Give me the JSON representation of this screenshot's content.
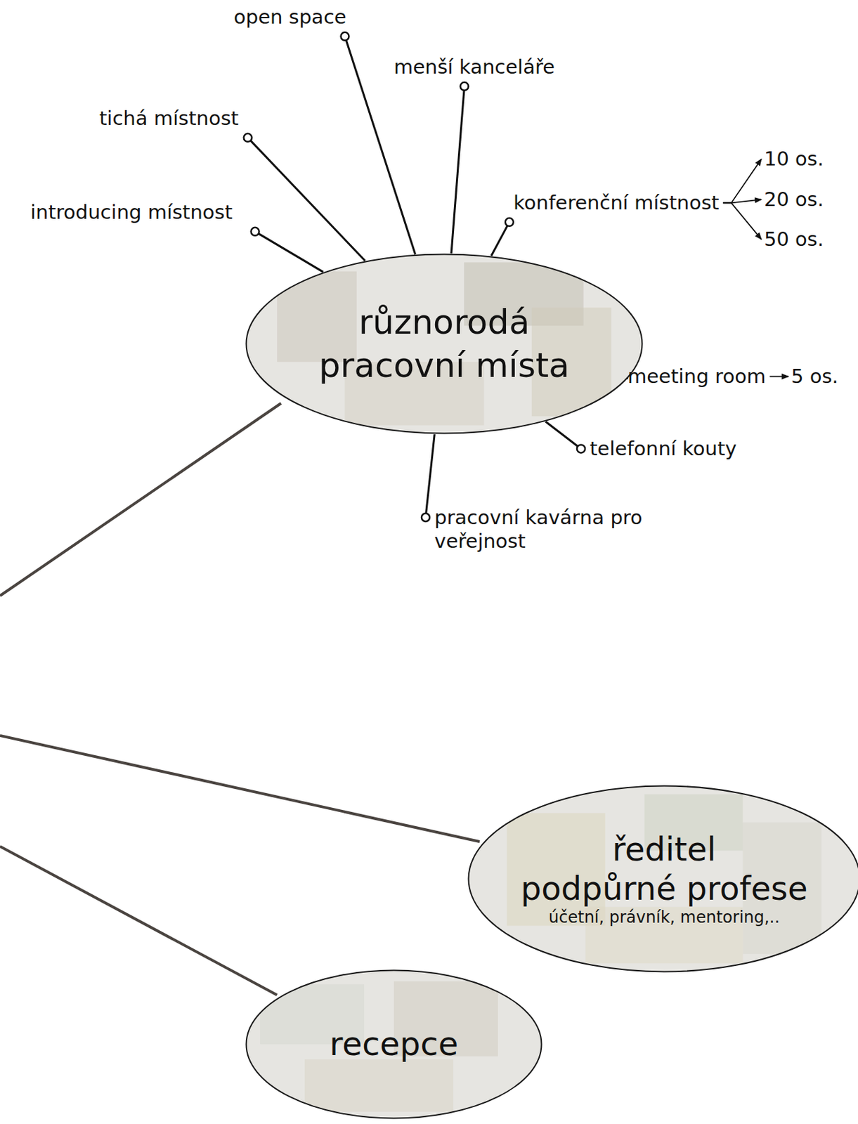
{
  "diagram": {
    "nodes": [
      {
        "text": [
          "různorodá pracovní místa"
        ]
      },
      {
        "text": [
          "open space"
        ]
      },
      {
        "text": [
          "menší kanceláře"
        ]
      },
      {
        "text": [
          "tichá místnost"
        ]
      },
      {
        "text": [
          "introducing místnost"
        ]
      },
      {
        "text": [
          "konferenční místnost"
        ]
      },
      {
        "text": [
          "10 os."
        ]
      },
      {
        "text": [
          "20 os."
        ]
      },
      {
        "text": [
          "50 os."
        ]
      },
      {
        "text": [
          "meeting room"
        ]
      },
      {
        "text": [
          "5 os."
        ]
      },
      {
        "text": [
          "telefonní kouty"
        ]
      },
      {
        "text": [
          "pracovní kavárna pro veřejnost"
        ]
      },
      {
        "text": [
          "ředitel",
          "podpůrné profese",
          "účetní, právník, mentoring,.."
        ]
      },
      {
        "text": [
          "recepce"
        ]
      }
    ],
    "edges": [
      {
        "from": 0,
        "to": 1,
        "arrow": "none"
      },
      {
        "from": 0,
        "to": 2,
        "arrow": "none"
      },
      {
        "from": 0,
        "to": 3,
        "arrow": "none"
      },
      {
        "from": 0,
        "to": 4,
        "arrow": "none"
      },
      {
        "from": 0,
        "to": 5,
        "arrow": "none"
      },
      {
        "from": 5,
        "to": 6,
        "arrow": "to"
      },
      {
        "from": 5,
        "to": 7,
        "arrow": "to"
      },
      {
        "from": 5,
        "to": 8,
        "arrow": "to"
      },
      {
        "from": 0,
        "to": 9,
        "arrow": "none"
      },
      {
        "from": 9,
        "to": 10,
        "arrow": "to"
      },
      {
        "from": 0,
        "to": 11,
        "arrow": "none"
      },
      {
        "from": 0,
        "to": 12,
        "arrow": "none"
      }
    ]
  }
}
